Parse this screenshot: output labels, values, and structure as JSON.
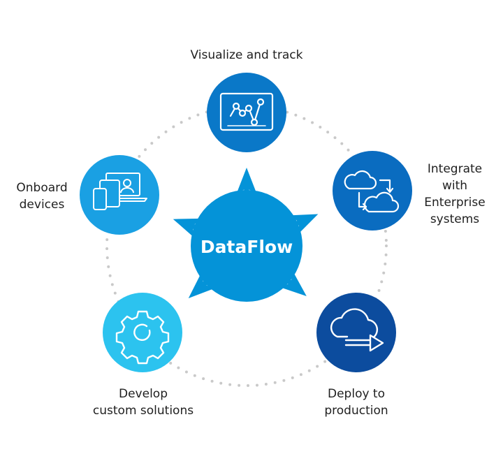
{
  "hub": {
    "label": "DataFlow",
    "color": "#0493d8"
  },
  "nodes": {
    "visualize": {
      "lines": [
        "Visualize and track"
      ],
      "color": "#0a78c8",
      "icon": "line-chart-monitor-icon"
    },
    "integrate": {
      "lines": [
        "Integrate",
        "with",
        "Enterprise",
        "systems"
      ],
      "color": "#0a6cc0",
      "icon": "cloud-sync-icon"
    },
    "deploy": {
      "lines": [
        "Deploy to",
        "production"
      ],
      "color": "#0c4c9e",
      "icon": "cloud-upload-arrow-icon"
    },
    "develop": {
      "lines": [
        "Develop",
        "custom solutions"
      ],
      "color": "#2cc3ef",
      "icon": "gear-icon"
    },
    "onboard": {
      "lines": [
        "Onboard",
        "devices"
      ],
      "color": "#1aa0e3",
      "icon": "devices-icon"
    }
  },
  "colors": {
    "arrow": "#0493d8",
    "dots": "#c9c9c9",
    "text": "#1f1f1f"
  }
}
